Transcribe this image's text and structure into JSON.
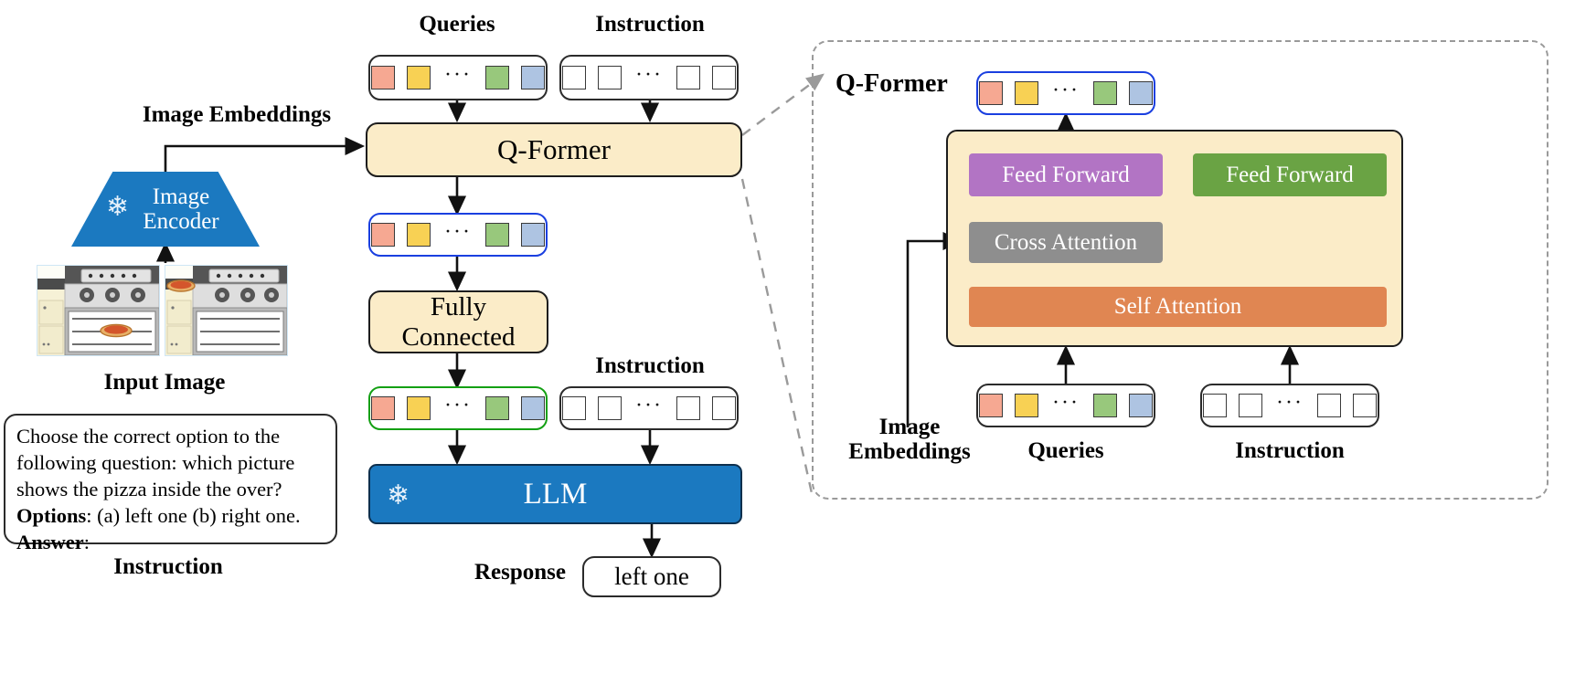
{
  "left": {
    "image_embeddings_label": "Image Embeddings",
    "encoder_label": "Image\nEncoder",
    "encoder_icon": "snowflake-icon",
    "input_image_label": "Input Image",
    "instruction_label": "Instruction",
    "instruction_text_lines": [
      "Choose the correct option to the",
      "following question: which picture",
      "shows the pizza inside the over?"
    ],
    "options_key": "Options",
    "options_value": ": (a) left one (b) right one.",
    "answer_key": "Answer",
    "answer_value": ":"
  },
  "center": {
    "queries_label": "Queries",
    "instruction_top_label": "Instruction",
    "qformer_label": "Q-Former",
    "fully_connected_label": "Fully\nConnected",
    "instruction_mid_label": "Instruction",
    "llm_label": "LLM",
    "llm_icon": "snowflake-icon",
    "response_label": "Response",
    "response_value": "left one"
  },
  "right": {
    "panel_title": "Q-Former",
    "feed_forward_left": "Feed Forward",
    "feed_forward_right": "Feed Forward",
    "cross_attention": "Cross Attention",
    "self_attention": "Self Attention",
    "image_embeddings_label": "Image\nEmbeddings",
    "queries_label": "Queries",
    "instruction_label": "Instruction"
  },
  "tokens": {
    "ellipsis": "···",
    "query_colors": [
      "#f6a892",
      "#f8d154",
      "#98c87c",
      "#aec4e2"
    ],
    "empty_color": "#ffffff"
  },
  "colors": {
    "qformer_fill": "#fbecc8",
    "llm_fill": "#1b79c0",
    "encoder_fill": "#1b79c0",
    "feed_forward_left": "#b274c4",
    "feed_forward_right": "#6aa344",
    "cross_attention": "#8e8e8e",
    "self_attention": "#e08652",
    "highlight_blue": "#1a3fe0",
    "highlight_green": "#14a014",
    "panel_dash": "#9a9a9a"
  }
}
